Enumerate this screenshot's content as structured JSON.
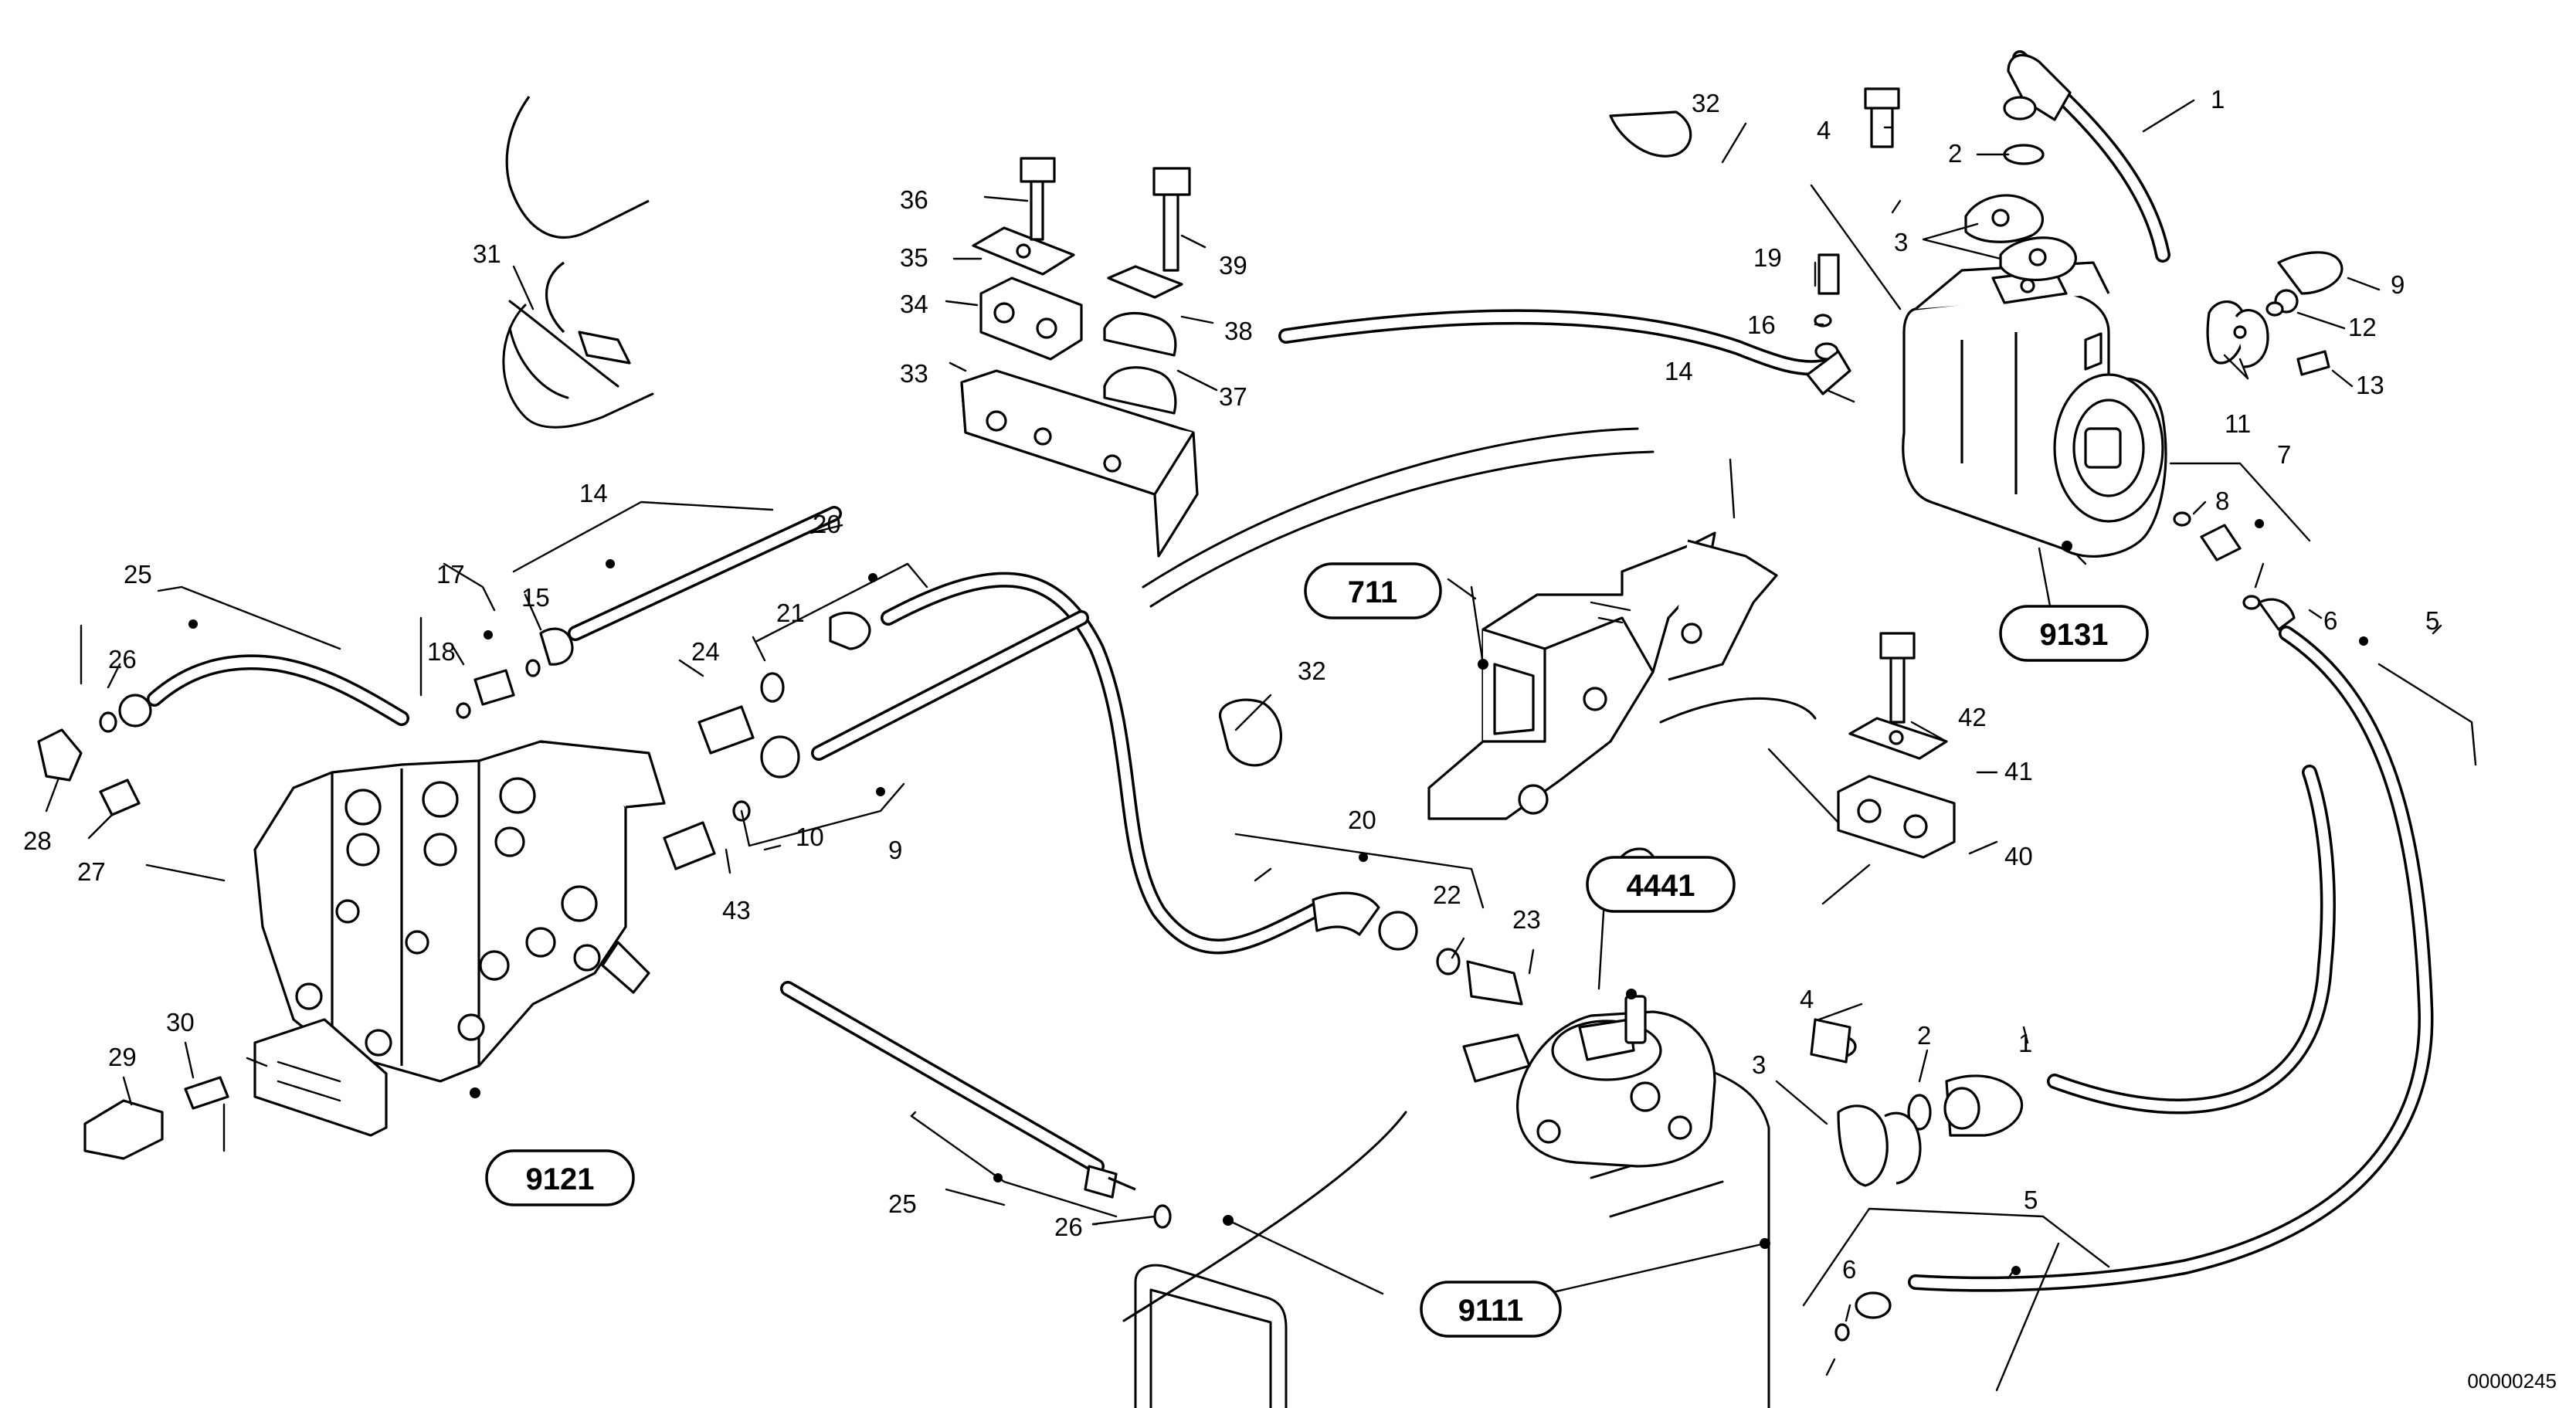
{
  "diagram": {
    "document_code": "00000245",
    "assemblies": [
      {
        "id": "a711",
        "label": "711"
      },
      {
        "id": "a4441",
        "label": "4441"
      },
      {
        "id": "a9111",
        "label": "9111"
      },
      {
        "id": "a9121",
        "label": "9121"
      },
      {
        "id": "a9131",
        "label": "9131"
      }
    ],
    "callouts": [
      {
        "id": "c1a",
        "text": "1"
      },
      {
        "id": "c1b",
        "text": "1"
      },
      {
        "id": "c2a",
        "text": "2"
      },
      {
        "id": "c2b",
        "text": "2"
      },
      {
        "id": "c3a",
        "text": "3"
      },
      {
        "id": "c3b",
        "text": "3"
      },
      {
        "id": "c4a",
        "text": "4"
      },
      {
        "id": "c4b",
        "text": "4"
      },
      {
        "id": "c5a",
        "text": "5"
      },
      {
        "id": "c5b",
        "text": "5"
      },
      {
        "id": "c6a",
        "text": "6"
      },
      {
        "id": "c6b",
        "text": "6"
      },
      {
        "id": "c7",
        "text": "7"
      },
      {
        "id": "c8",
        "text": "8"
      },
      {
        "id": "c9a",
        "text": "9"
      },
      {
        "id": "c9b",
        "text": "9"
      },
      {
        "id": "c10",
        "text": "10"
      },
      {
        "id": "c11",
        "text": "11"
      },
      {
        "id": "c12",
        "text": "12"
      },
      {
        "id": "c13",
        "text": "13"
      },
      {
        "id": "c14a",
        "text": "14"
      },
      {
        "id": "c14b",
        "text": "14"
      },
      {
        "id": "c15",
        "text": "15"
      },
      {
        "id": "c16",
        "text": "16"
      },
      {
        "id": "c17",
        "text": "17"
      },
      {
        "id": "c18",
        "text": "18"
      },
      {
        "id": "c19",
        "text": "19"
      },
      {
        "id": "c20a",
        "text": "20"
      },
      {
        "id": "c20b",
        "text": "20"
      },
      {
        "id": "c21",
        "text": "21"
      },
      {
        "id": "c22",
        "text": "22"
      },
      {
        "id": "c23",
        "text": "23"
      },
      {
        "id": "c24",
        "text": "24"
      },
      {
        "id": "c25a",
        "text": "25"
      },
      {
        "id": "c25b",
        "text": "25"
      },
      {
        "id": "c26a",
        "text": "26"
      },
      {
        "id": "c26b",
        "text": "26"
      },
      {
        "id": "c27",
        "text": "27"
      },
      {
        "id": "c28",
        "text": "28"
      },
      {
        "id": "c29",
        "text": "29"
      },
      {
        "id": "c30",
        "text": "30"
      },
      {
        "id": "c31",
        "text": "31"
      },
      {
        "id": "c32a",
        "text": "32"
      },
      {
        "id": "c32b",
        "text": "32"
      },
      {
        "id": "c33",
        "text": "33"
      },
      {
        "id": "c34",
        "text": "34"
      },
      {
        "id": "c35",
        "text": "35"
      },
      {
        "id": "c36",
        "text": "36"
      },
      {
        "id": "c37",
        "text": "37"
      },
      {
        "id": "c38",
        "text": "38"
      },
      {
        "id": "c39",
        "text": "39"
      },
      {
        "id": "c40",
        "text": "40"
      },
      {
        "id": "c41",
        "text": "41"
      },
      {
        "id": "c42",
        "text": "42"
      },
      {
        "id": "c43",
        "text": "43"
      }
    ]
  }
}
